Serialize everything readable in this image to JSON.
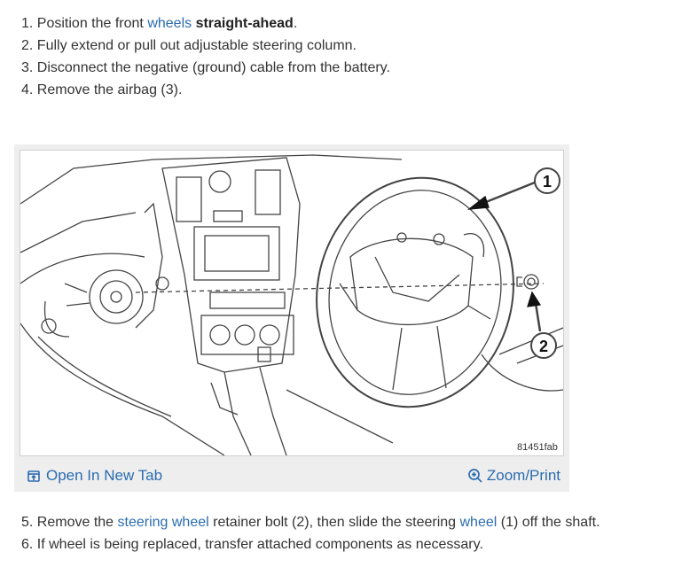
{
  "steps_top": [
    {
      "num": "1.",
      "pre": " Position the front ",
      "link": "wheels",
      "post": " ",
      "bold": "straight-ahead",
      "end": "."
    },
    {
      "num": "2.",
      "text": " Fully extend or pull out adjustable steering column."
    },
    {
      "num": "3.",
      "text": " Disconnect the negative (ground) cable from the battery."
    },
    {
      "num": "4.",
      "text": " Remove the airbag (3)."
    }
  ],
  "figure": {
    "callout_1": "1",
    "callout_2": "2",
    "figure_code": "81451fab",
    "open_tab_label": "Open In New Tab",
    "zoom_label": "Zoom/Print"
  },
  "steps_bottom": [
    {
      "num": "5.",
      "a": " Remove the ",
      "link1": "steering wheel",
      "b": " retainer bolt (2), then slide the steering ",
      "link2": "wheel",
      "c": " (1) off the shaft."
    },
    {
      "num": "6.",
      "text": " If wheel is being replaced, transfer attached components as necessary."
    }
  ],
  "colors": {
    "link": "#2b6cb0",
    "text": "#333333",
    "figure_bg": "#eeeeee"
  }
}
